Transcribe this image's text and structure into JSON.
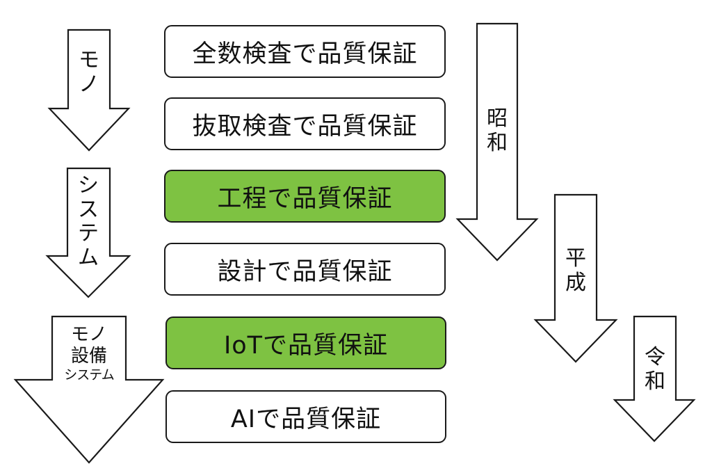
{
  "colors": {
    "highlight": "#7ec242",
    "border": "#1a1a1a",
    "background": "#ffffff"
  },
  "stages": [
    {
      "label": "全数検査で品質保証",
      "highlighted": false
    },
    {
      "label": "抜取検査で品質保証",
      "highlighted": false
    },
    {
      "label": "工程で品質保証",
      "highlighted": true
    },
    {
      "label": "設計で品質保証",
      "highlighted": false
    },
    {
      "label": "IoTで品質保証",
      "highlighted": true
    },
    {
      "label": "AIで品質保証",
      "highlighted": false
    }
  ],
  "focus_arrows": {
    "mono": [
      "モ",
      "ノ"
    ],
    "system": [
      "シ",
      "ス",
      "テ",
      "ム"
    ],
    "combined": {
      "line1": "モノ",
      "line2": "設備",
      "line3": "システム"
    }
  },
  "era_arrows": {
    "showa": [
      "昭",
      "和"
    ],
    "heisei": [
      "平",
      "成"
    ],
    "reiwa": [
      "令",
      "和"
    ]
  }
}
